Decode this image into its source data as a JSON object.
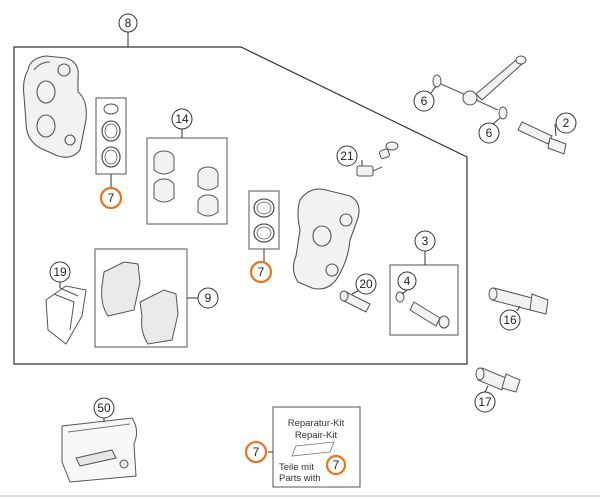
{
  "diagram": {
    "callouts": {
      "c8": "8",
      "c7a": "7",
      "c14": "14",
      "c21": "21",
      "c7b": "7",
      "c19": "19",
      "c9": "9",
      "c20": "20",
      "c4": "4",
      "c3": "3",
      "c6a": "6",
      "c6b": "6",
      "c2": "2",
      "c16": "16",
      "c17": "17",
      "c50": "50",
      "c7c": "7",
      "c7d": "7"
    },
    "repair_kit": {
      "line1": "Reparatur-Kit",
      "line2": "Repair-Kit",
      "line3": "Teile mit",
      "line4": "Parts with"
    },
    "colors": {
      "highlight": "#e8741e",
      "line": "#333333",
      "part_fill": "#f2f2f2",
      "part_stroke": "#555555"
    }
  }
}
